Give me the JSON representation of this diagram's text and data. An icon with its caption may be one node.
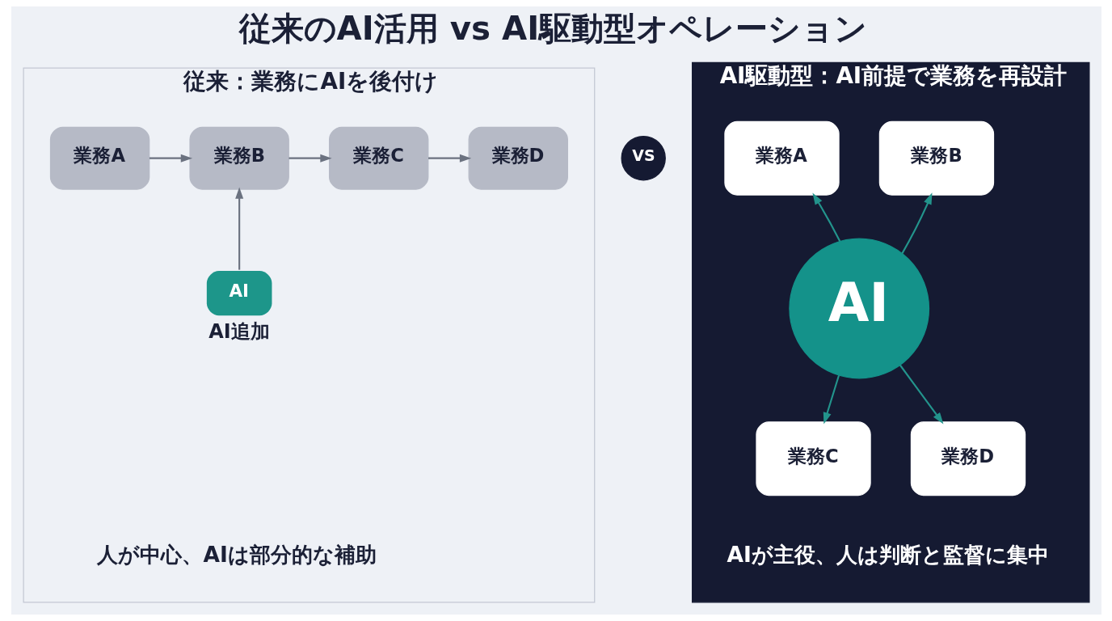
{
  "diagram": {
    "title": "従来のAI活用 vs AI駆動型オペレーション",
    "nodes": [
      {
        "text": [
          "従来：業務にAIを後付け",
          "人が中心、AIは部分的な補助"
        ]
      },
      {
        "text": [
          "業務A"
        ],
        "in": 0
      },
      {
        "text": [
          "業務B"
        ],
        "in": 0
      },
      {
        "text": [
          "業務C"
        ],
        "in": 0
      },
      {
        "text": [
          "業務D"
        ],
        "in": 0
      },
      {
        "text": [
          "AI"
        ],
        "beside": [
          "AI追加"
        ],
        "in": 0
      },
      {
        "text": [
          "VS"
        ]
      },
      {
        "text": [
          "AI駆動型：AI前提で業務を再設計",
          "AIが主役、人は判断と監督に集中"
        ]
      },
      {
        "text": [
          "AI"
        ],
        "in": 7
      },
      {
        "text": [
          "業務A"
        ],
        "in": 7
      },
      {
        "text": [
          "業務B"
        ],
        "in": 7
      },
      {
        "text": [
          "業務C"
        ],
        "in": 7
      },
      {
        "text": [
          "業務D"
        ],
        "in": 7
      }
    ],
    "edges": [
      {
        "from": 1,
        "to": 2,
        "arrow": "to"
      },
      {
        "from": 2,
        "to": 3,
        "arrow": "to"
      },
      {
        "from": 3,
        "to": 4,
        "arrow": "to"
      },
      {
        "from": 5,
        "to": 2,
        "arrow": "to"
      },
      {
        "from": 8,
        "to": 9,
        "arrow": "to",
        "color": "#23948c"
      },
      {
        "from": 8,
        "to": 10,
        "arrow": "to",
        "color": "#23948c"
      },
      {
        "from": 8,
        "to": 11,
        "arrow": "to",
        "color": "#23948c"
      },
      {
        "from": 8,
        "to": 12,
        "arrow": "to",
        "color": "#23948c"
      }
    ]
  }
}
